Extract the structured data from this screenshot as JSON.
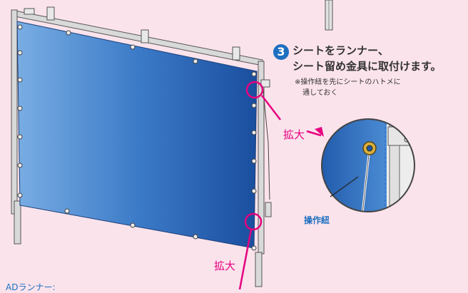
{
  "step": {
    "number": "3",
    "line1": "シートをランナー、",
    "line2": "シート留め金具に取付けます。",
    "note1": "※操作紐を先にシートのハトメに",
    "note2": "通しておく"
  },
  "labels": {
    "zoom_upper": "拡大",
    "zoom_lower": "拡大",
    "cord": "操作紐",
    "runner": "ADランナー:"
  },
  "colors": {
    "background": "#FBE3EC",
    "sheet_dark": "#1A4E9E",
    "sheet_light": "#6FA6E0",
    "accent": "#E6007E",
    "step_blue": "#1E6FC0"
  }
}
